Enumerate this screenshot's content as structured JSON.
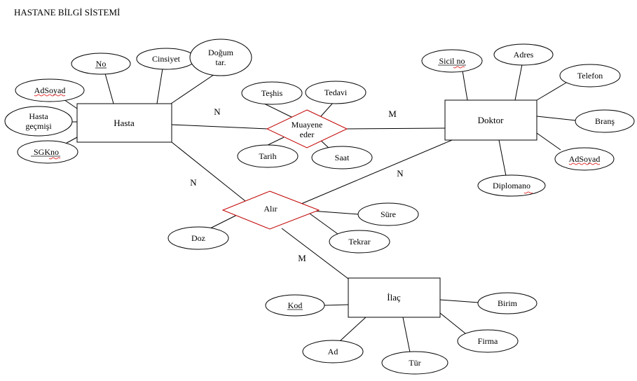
{
  "title": "HASTANE BİLGİ SİSTEMİ",
  "entities": {
    "hasta": "Hasta",
    "doktor": "Doktor",
    "ilac": "İlaç"
  },
  "relationships": {
    "muayene_line1": "Muayene",
    "muayene_line2": "eder",
    "alir": "Alır"
  },
  "attributes": {
    "hasta_no": "No",
    "hasta_cinsiyet": "Cinsiyet",
    "hasta_dogum_line1": "Doğum",
    "hasta_dogum_line2": "tar.",
    "hasta_adsoyad": "AdSoyad",
    "hasta_gecmis_line1": "Hasta",
    "hasta_gecmis_line2": "geçmişi",
    "hasta_sgkno": "SGKno",
    "muayene_teshis": "Teşhis",
    "muayene_tedavi": "Tedavi",
    "muayene_tarih": "Tarih",
    "muayene_saat": "Saat",
    "doktor_sicilno": "Sicil no",
    "doktor_adres": "Adres",
    "doktor_telefon": "Telefon",
    "doktor_brans": "Branş",
    "doktor_adsoyad": "AdSoyad",
    "doktor_diplomano": "Diplomano",
    "alir_sure": "Süre",
    "alir_tekrar": "Tekrar",
    "alir_doz": "Doz",
    "ilac_kod": "Kod",
    "ilac_birim": "Birim",
    "ilac_firma": "Firma",
    "ilac_tur": "Tür",
    "ilac_ad": "Ad"
  },
  "cardinalities": {
    "hasta_muayene": "N",
    "muayene_doktor": "M",
    "hasta_alir": "N",
    "doktor_alir": "N",
    "alir_ilac": "M"
  },
  "colors": {
    "relationship_border": "#c00000",
    "lines": "#000000",
    "spellcheck_squiggle": "#e00000"
  }
}
